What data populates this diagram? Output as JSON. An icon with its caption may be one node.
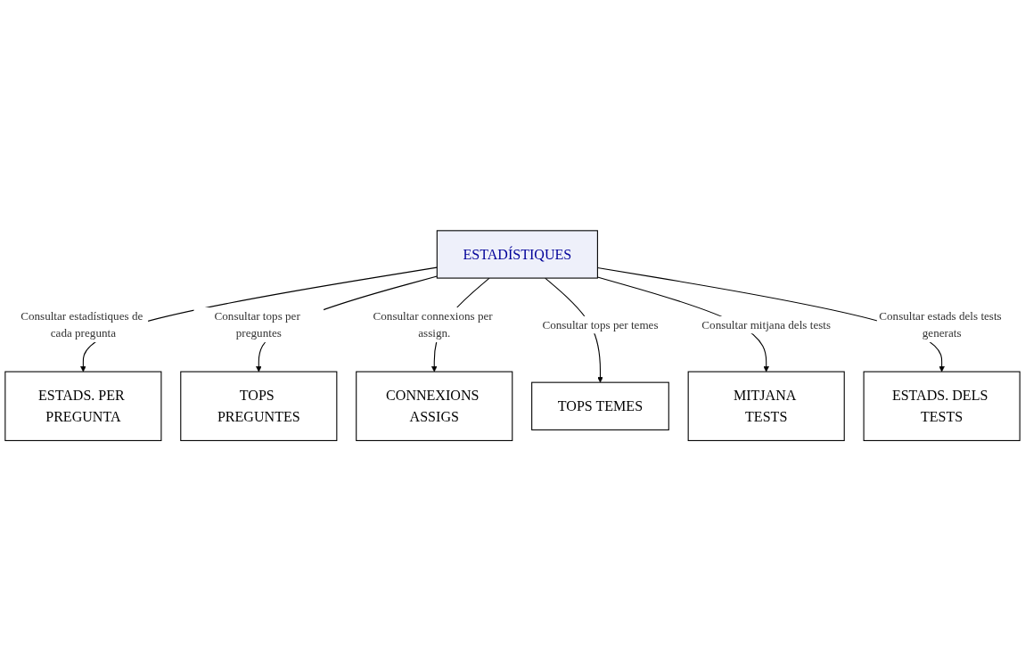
{
  "diagram": {
    "nodes": [
      {
        "text": [
          "ESTADS. PER PREGUNTA"
        ]
      },
      {
        "text": [
          "TOPS PREGUNTES"
        ]
      },
      {
        "text": [
          "ESTADÍSTIQUES"
        ]
      },
      {
        "text": [
          "CONNEXIONS ASSIGS"
        ]
      },
      {
        "text": [
          "TOPS TEMES"
        ]
      },
      {
        "text": [
          "MITJANA TESTS"
        ]
      },
      {
        "text": [
          "ESTADS. DELS TESTS"
        ]
      }
    ],
    "edges": [
      {
        "from": 2,
        "to": 0,
        "arrow": "to",
        "label": "Consultar estadístiques de cada pregunta"
      },
      {
        "from": 2,
        "to": 1,
        "arrow": "to",
        "label": "Consultar tops per preguntes"
      },
      {
        "from": 2,
        "to": 3,
        "arrow": "to",
        "label": "Consultar connexions per assign."
      },
      {
        "from": 2,
        "to": 4,
        "arrow": "to",
        "label": "Consultar tops per temes"
      },
      {
        "from": 2,
        "to": 5,
        "arrow": "to",
        "label": "Consultar mitjana dels tests"
      },
      {
        "from": 2,
        "to": 6,
        "arrow": "to",
        "label": "Consultar estads dels tests generats"
      }
    ]
  }
}
